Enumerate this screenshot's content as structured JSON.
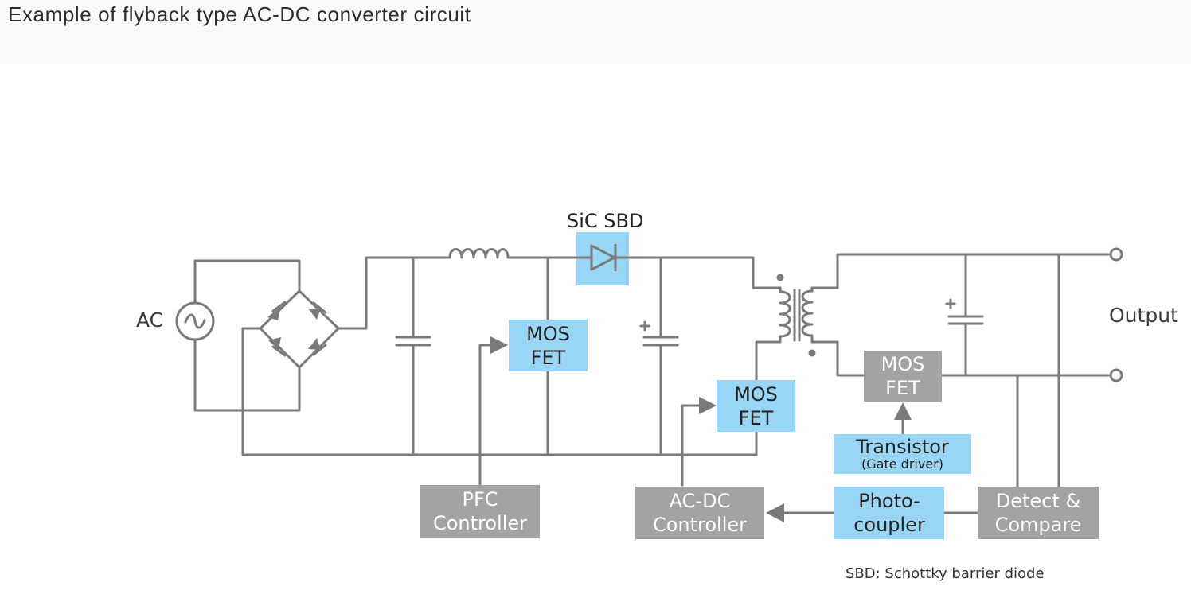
{
  "header": {
    "title": "Example of flyback type AC-DC converter circuit"
  },
  "labels": {
    "ac": "AC",
    "output": "Output",
    "sic_sbd": "SiC SBD",
    "footnote": "SBD: Schottky barrier diode"
  },
  "blocks": {
    "pfc_mosfet": {
      "line1": "MOS",
      "line2": "FET"
    },
    "main_mosfet": {
      "line1": "MOS",
      "line2": "FET"
    },
    "sync_mosfet": {
      "line1": "MOS",
      "line2": "FET"
    },
    "transistor": {
      "line1": "Transistor",
      "line2": "(Gate driver)"
    },
    "pfc_controller": {
      "line1": "PFC",
      "line2": "Controller"
    },
    "acdc_controller": {
      "line1": "AC-DC",
      "line2": "Controller"
    },
    "photocoupler": {
      "line1": "Photo-",
      "line2": "coupler"
    },
    "detect_compare": {
      "line1": "Detect &",
      "line2": "Compare"
    }
  },
  "colors": {
    "wire": "#7a7a7a",
    "blue_block": "#99d6f5",
    "gray_block": "#a3a3a3",
    "header_bg": "#f8f9fa"
  }
}
